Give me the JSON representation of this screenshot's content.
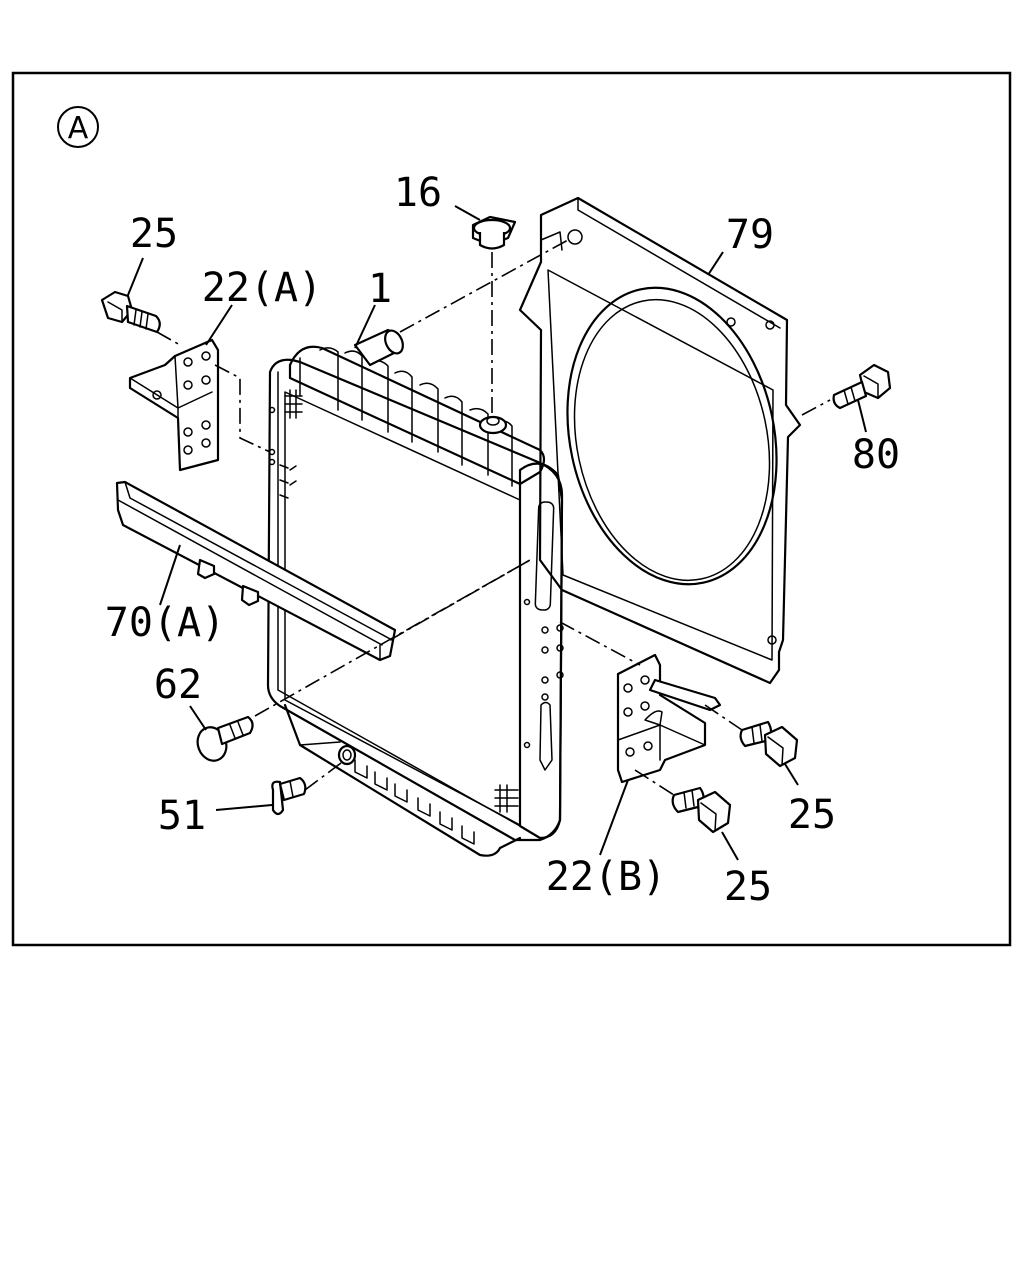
{
  "view_marker": "A",
  "callouts": {
    "c1": "1",
    "c16": "16",
    "c79": "79",
    "c80": "80",
    "c25_top": "25",
    "c22a": "22(A)",
    "c70a": "70(A)",
    "c62": "62",
    "c51": "51",
    "c25_mid": "25",
    "c22b": "22(B)",
    "c25_bottom": "25"
  }
}
